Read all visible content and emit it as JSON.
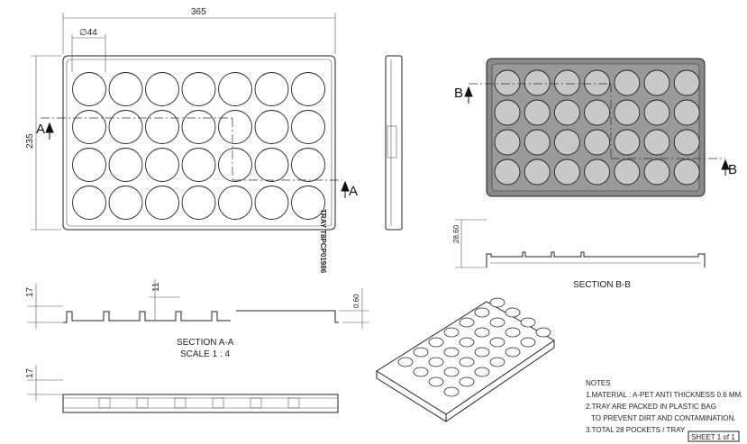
{
  "dimensions": {
    "width": "365",
    "pocket_diameter": "∅44",
    "height": "235",
    "section_aa_depth": "17",
    "section_aa_step": "11",
    "section_aa_thickness": "0.60",
    "bottom_view_depth": "17",
    "section_bb_depth": "28.60"
  },
  "tray_marking": "TRAY T8PCP01986",
  "section_markers": {
    "a": "A",
    "b": "B"
  },
  "labels": {
    "section_aa": "SECTION A-A",
    "scale": "SCALE 1 : 4",
    "section_bb": "SECTION B-B"
  },
  "notes": {
    "title": "NOTES",
    "lines": [
      "1.MATERIAL : A-PET ANTI  THICKNESS 0.6 MM.",
      "2.TRAY ARE PACKED IN PLASTIC BAG",
      "  TO PREVENT DIRT AND CONTAMINATION.",
      "3.TOTAL  28  POCKETS / TRAY"
    ]
  },
  "sheet": "SHEET  1  of  1",
  "pockets": {
    "columns": 7,
    "rows": 4,
    "total": 28
  },
  "colors": {
    "line": "#222222",
    "tray_fill": "#8a8a8a",
    "pocket_fill": "#c8c8c8"
  }
}
